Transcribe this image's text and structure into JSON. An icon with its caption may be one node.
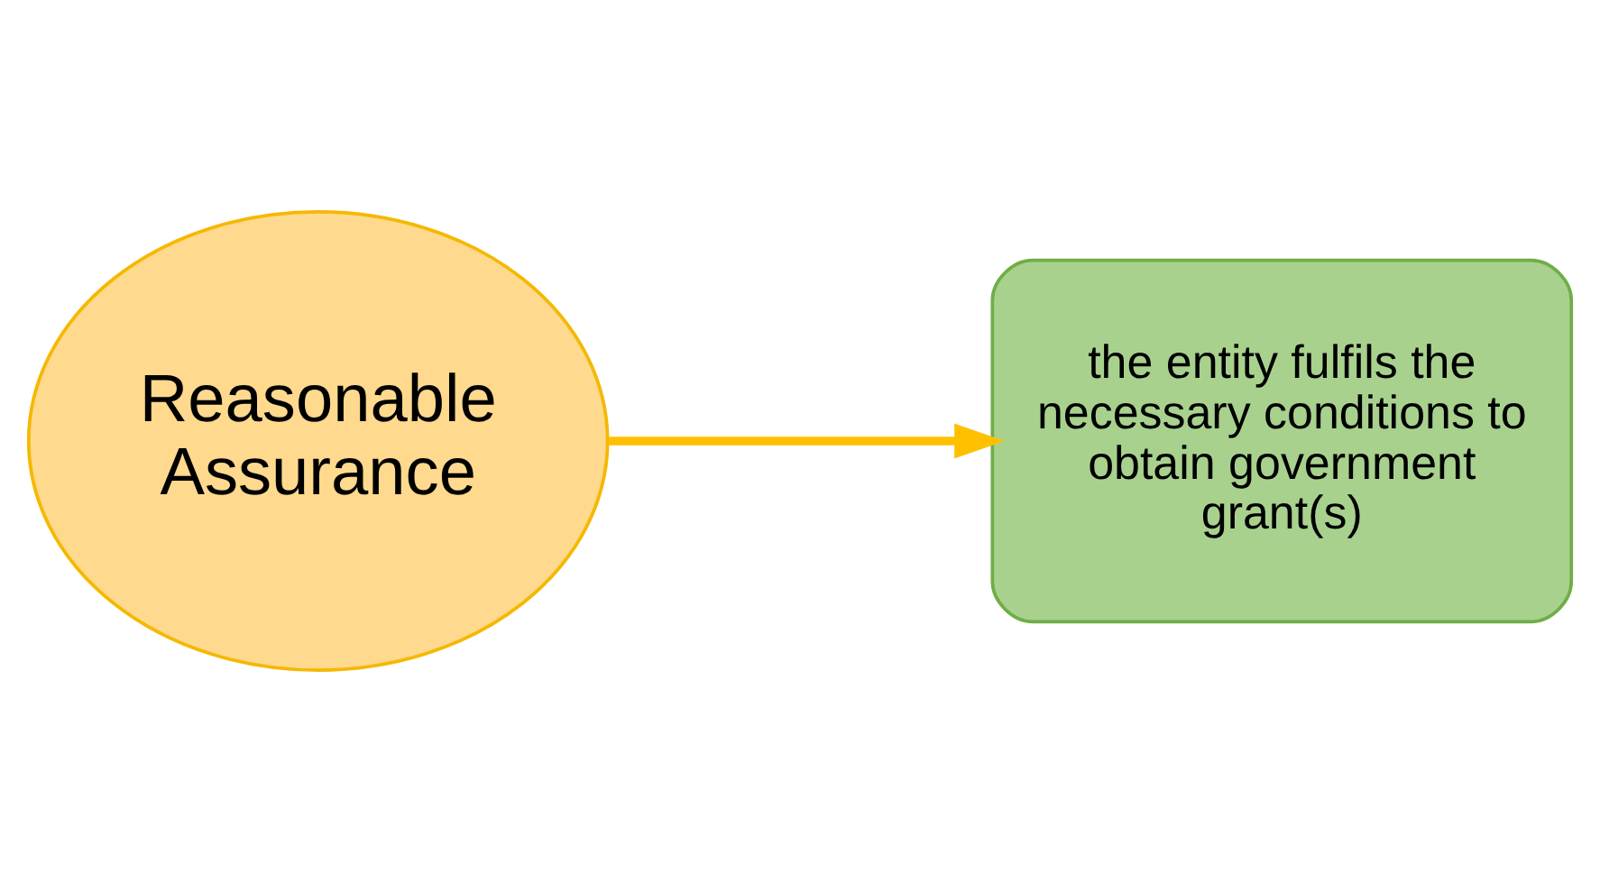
{
  "diagram": {
    "nodes": [
      {
        "text": [
          "Reasonable Assurance"
        ]
      },
      {
        "text": [
          "the entity fulfils the necessary conditions to obtain government grant(s)"
        ]
      }
    ],
    "edges": [
      {
        "from": 0,
        "to": 1,
        "arrow": "to",
        "color": "#ffc000"
      }
    ]
  }
}
